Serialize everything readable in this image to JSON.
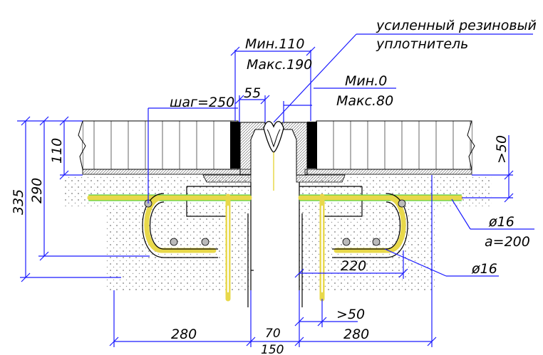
{
  "labels": {
    "seal_line1": "усиленный резиновый",
    "seal_line2": "уплотнитель",
    "gap_min": "Мин.110",
    "gap_max": "Макс.190",
    "opening_min": "Мин.0",
    "opening_max": "Макс.80",
    "step": "шаг=250",
    "dim_55": "55",
    "dim_110": "110",
    "dim_290": "290",
    "dim_335": "335",
    "dim_gt50_right": ">50",
    "bar_diam_1": "ø16",
    "bar_spacing": "a=200",
    "bar_diam_2": "ø16",
    "dim_220": "220",
    "dim_gt50_bottom": ">50",
    "dim_280_left": "280",
    "dim_70": "70",
    "dim_280_right": "280",
    "dim_150": "150"
  },
  "colors": {
    "dimension": "#1a1aff",
    "rebar": "#e8d84a",
    "rebar_edge": "#3acb2a",
    "concrete": "#000000",
    "seal": "#000000"
  }
}
